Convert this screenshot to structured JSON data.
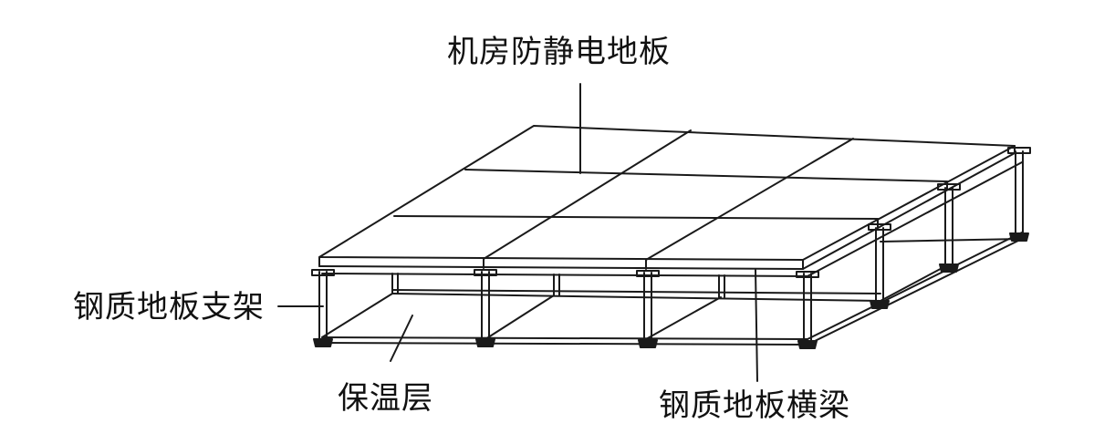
{
  "labels": {
    "floor_panel": "机房防静电地板",
    "steel_support": "钢质地板支架",
    "insulation_layer": "保温层",
    "steel_beam": "钢质地板横梁"
  },
  "colors": {
    "line": "#1a1a1a",
    "background": "#ffffff"
  }
}
